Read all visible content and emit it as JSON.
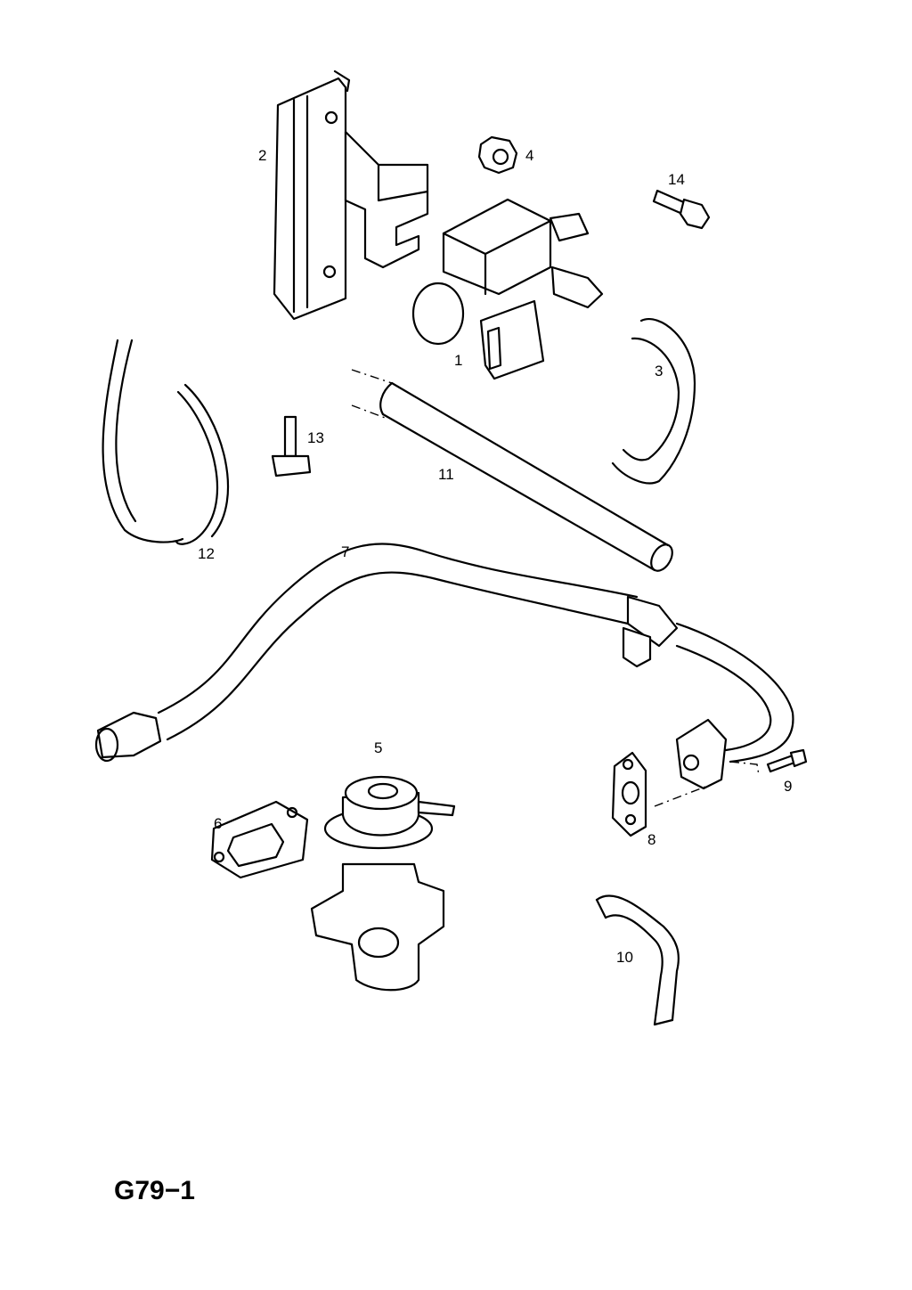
{
  "diagram_code": "G79−1",
  "callouts": [
    {
      "id": "c1",
      "text": "1"
    },
    {
      "id": "c2",
      "text": "2"
    },
    {
      "id": "c3",
      "text": "3"
    },
    {
      "id": "c4",
      "text": "4"
    },
    {
      "id": "c5",
      "text": "5"
    },
    {
      "id": "c6",
      "text": "6"
    },
    {
      "id": "c7",
      "text": "7"
    },
    {
      "id": "c8",
      "text": "8"
    },
    {
      "id": "c9",
      "text": "9"
    },
    {
      "id": "c10",
      "text": "10"
    },
    {
      "id": "c11",
      "text": "11"
    },
    {
      "id": "c12",
      "text": "12"
    },
    {
      "id": "c13",
      "text": "13"
    },
    {
      "id": "c14",
      "text": "14"
    }
  ]
}
